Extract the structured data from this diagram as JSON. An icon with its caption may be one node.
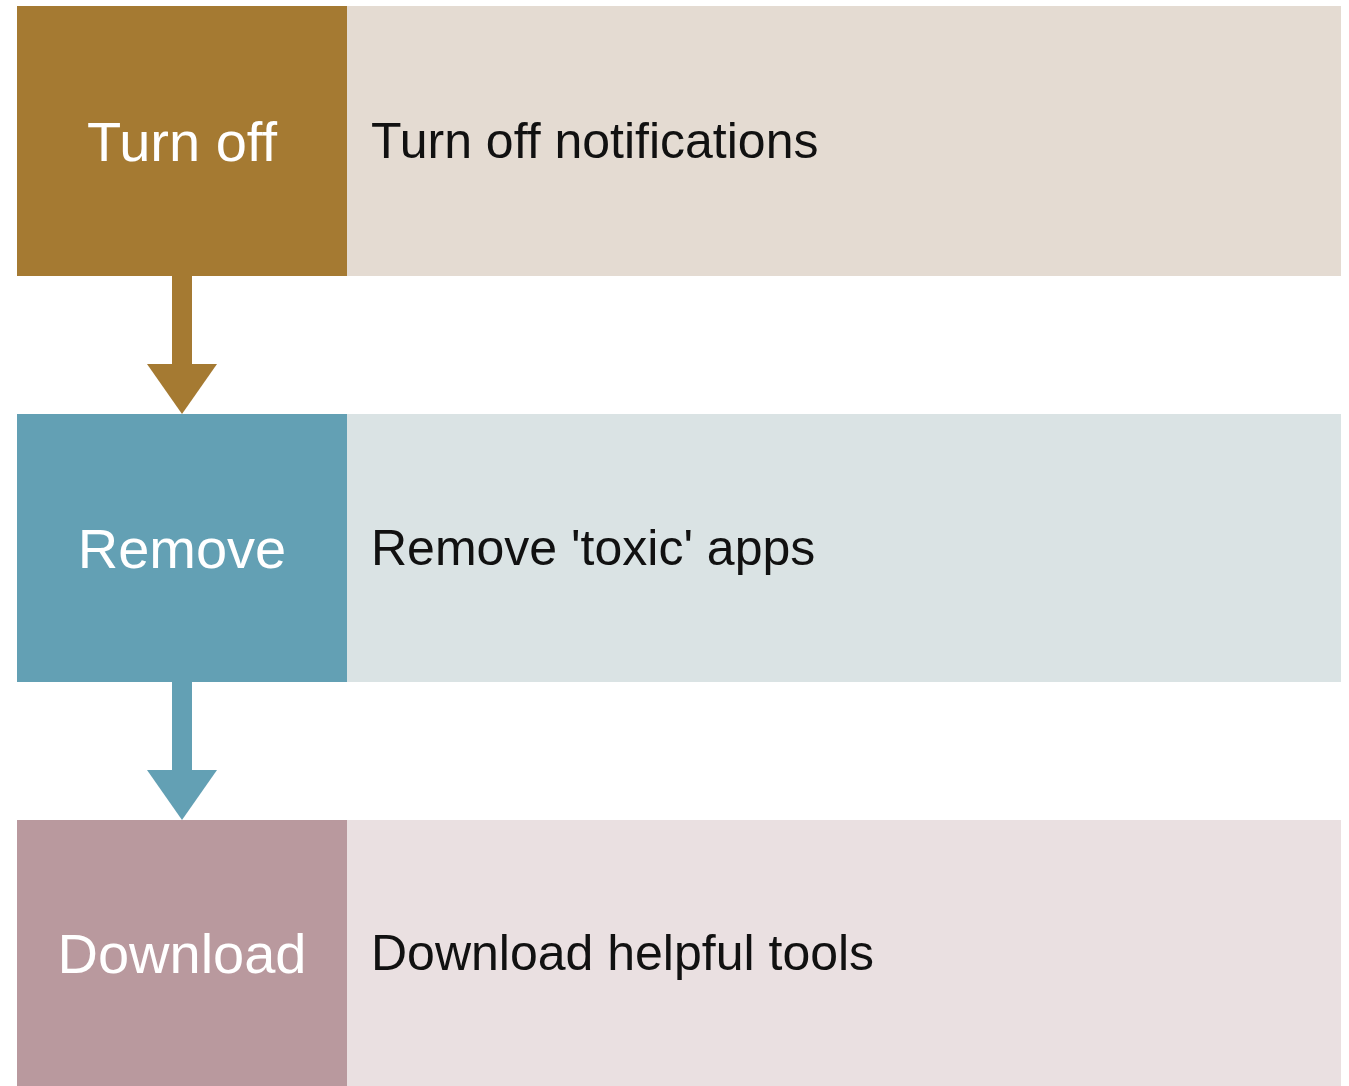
{
  "diagram": {
    "nodes": [
      {
        "text": [
          "Turn off"
        ]
      },
      {
        "text": [
          "Turn off notifications"
        ]
      },
      {
        "text": [
          "Remove"
        ]
      },
      {
        "text": [
          "Remove 'toxic' apps"
        ]
      },
      {
        "text": [
          "Download"
        ]
      },
      {
        "text": [
          "Download helpful tools"
        ]
      }
    ],
    "edges": [
      {
        "from": 0,
        "to": 2,
        "arrow": "to",
        "color": "#a57a32"
      },
      {
        "from": 2,
        "to": 4,
        "arrow": "to",
        "color": "#63a0b4"
      }
    ]
  }
}
